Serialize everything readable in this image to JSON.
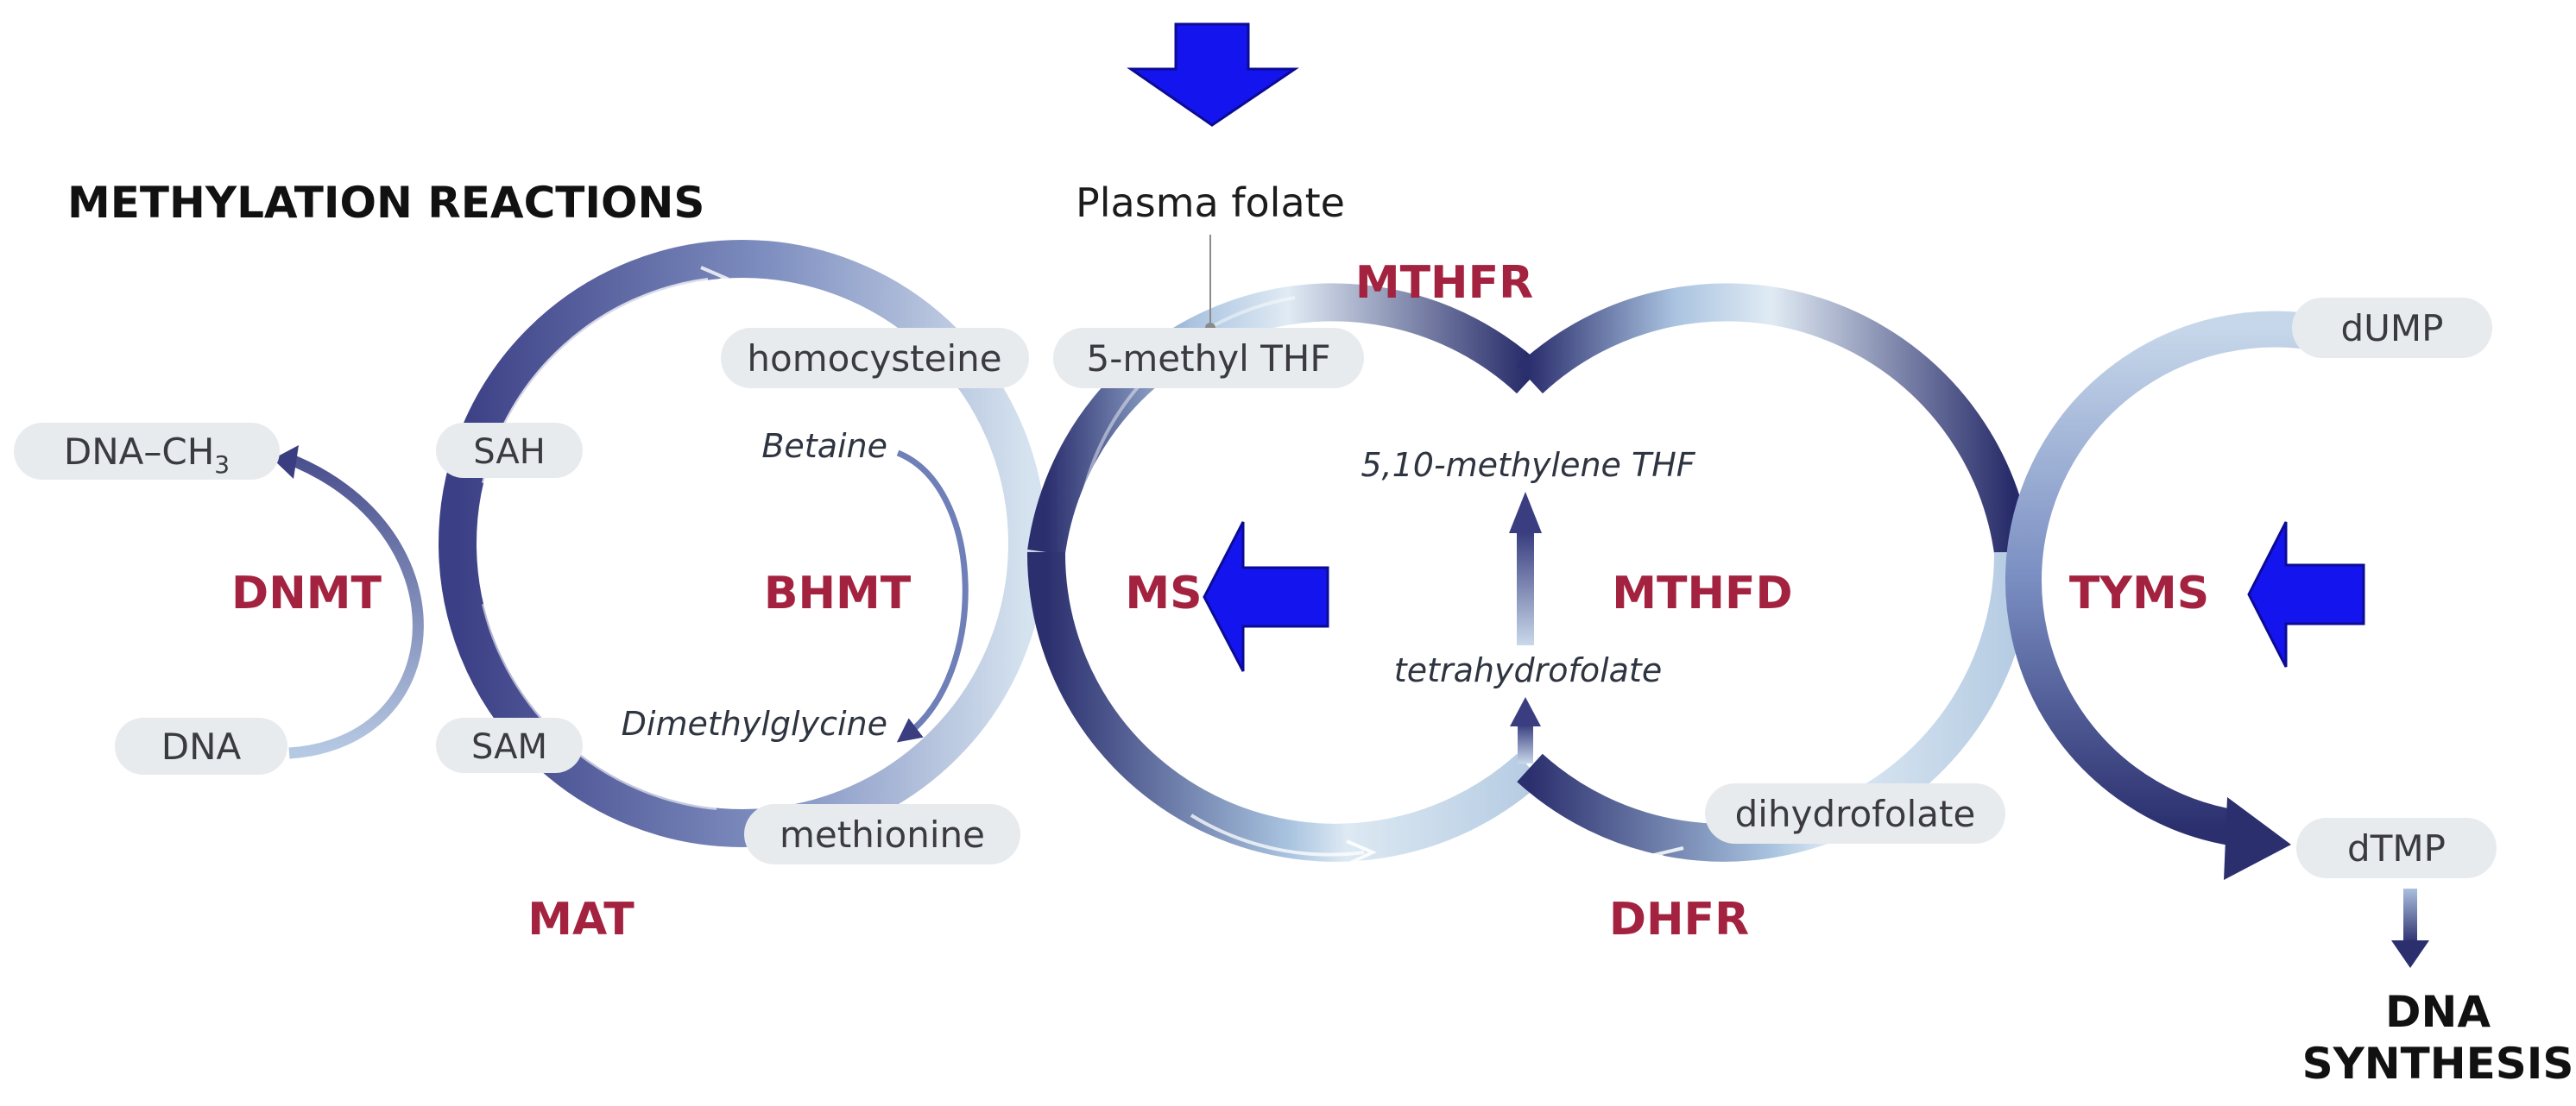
{
  "heading": "METHYLATION REACTIONS",
  "plasma_folate": "Plasma folate",
  "metabolites": {
    "dna_ch3_base": "DNA–CH",
    "dna_ch3_sub": "3",
    "dna": "DNA",
    "sah": "SAH",
    "sam": "SAM",
    "homocysteine": "homocysteine",
    "methionine": "methionine",
    "betaine": "Betaine",
    "dimethylglycine": "Dimethylglycine",
    "five_methyl_thf": "5-methyl THF",
    "methylene_thf": "5,10-methylene THF",
    "tetrahydrofolate": "tetrahydrofolate",
    "dihydrofolate": "dihydrofolate",
    "dump": "dUMP",
    "dtmp": "dTMP"
  },
  "enzymes": {
    "dnmt": "DNMT",
    "bhmt": "BHMT",
    "mat": "MAT",
    "ms": "MS",
    "mthfr": "MTHFR",
    "mthfd": "MTHFD",
    "dhfr": "DHFR",
    "tyms": "TYMS"
  },
  "dna_synthesis": {
    "line1": "DNA",
    "line2": "SYNTHESIS"
  },
  "colors": {
    "enzyme_red": "#a3223f",
    "cycle_dark": "#2b2f6e",
    "cycle_light": "#d4e2ef",
    "input_arrow_blue": "#1414ee",
    "pill_grey": "#e8ebee"
  }
}
